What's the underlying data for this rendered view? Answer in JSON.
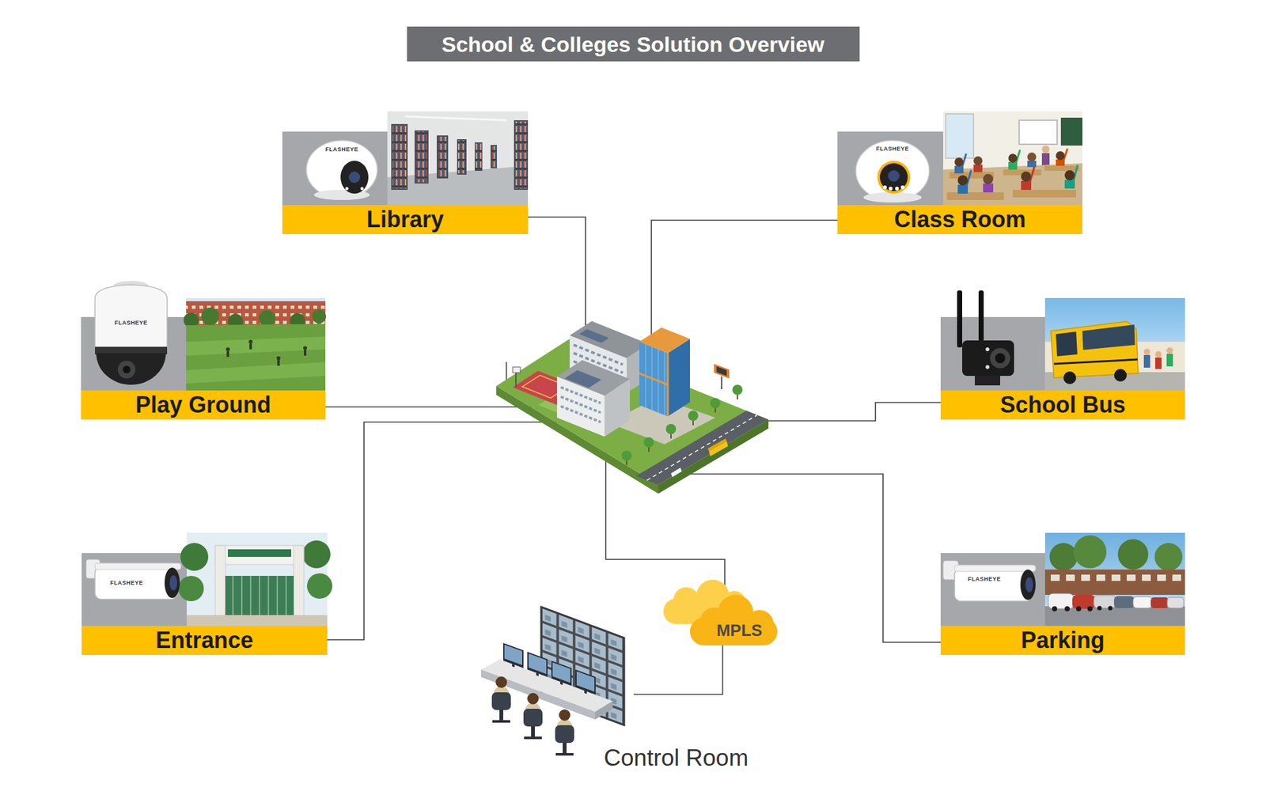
{
  "diagram": {
    "title": "School & Colleges Solution Overview",
    "nodes": [
      {
        "text": [
          "Library"
        ]
      },
      {
        "text": [
          "Class Room"
        ]
      },
      {
        "text": [
          "Play Ground"
        ]
      },
      {
        "text": [
          "School Bus"
        ]
      },
      {
        "text": [
          "Entrance"
        ]
      },
      {
        "text": [
          "Parking"
        ]
      },
      {
        "text": [
          "MPLS"
        ]
      },
      {
        "text": [
          "Control Room"
        ]
      }
    ],
    "edges": [
      {
        "from": 6,
        "to": 7,
        "arrow": "none"
      }
    ],
    "labels": [
      "FLASHEYE",
      "FLASHEYE",
      "FLASHEYE",
      "FLASHEYE",
      "FLASHEYE"
    ]
  }
}
